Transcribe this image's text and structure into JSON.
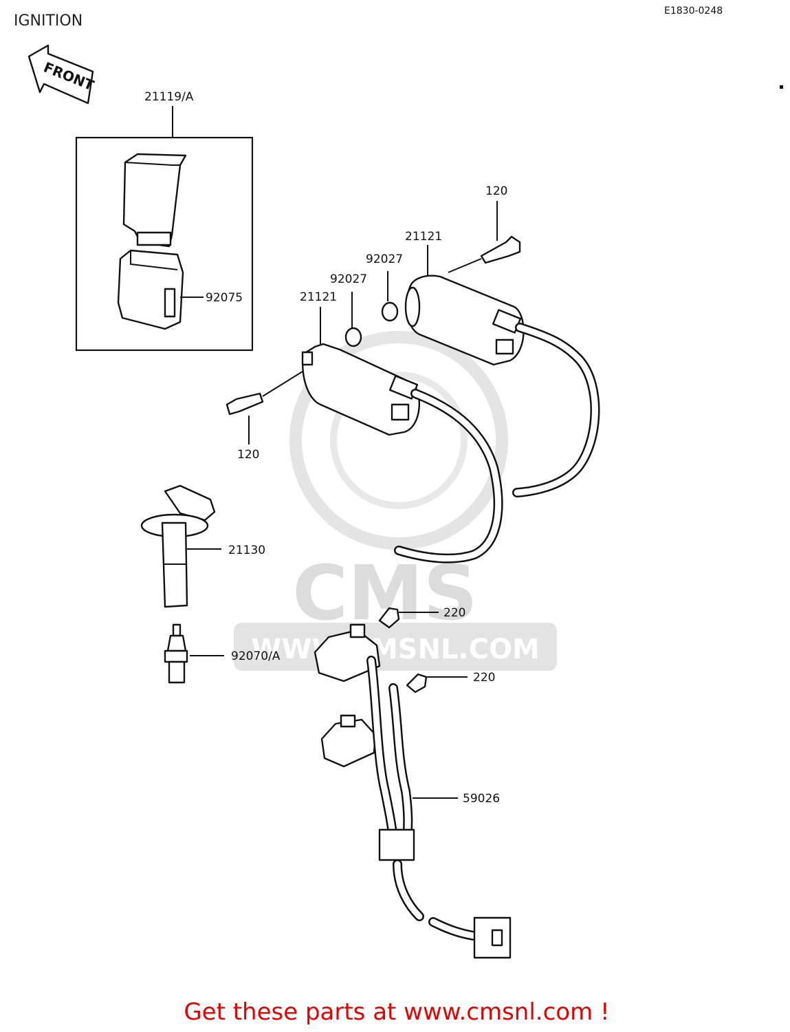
{
  "header": {
    "title": "IGNITION",
    "ref_code": "E1830-0248"
  },
  "direction": {
    "label": "FRONT"
  },
  "parts": [
    {
      "id": "p-21119",
      "number": "21119/A"
    },
    {
      "id": "p-92075",
      "number": "92075"
    },
    {
      "id": "p-120-top",
      "number": "120"
    },
    {
      "id": "p-21121-right",
      "number": "21121"
    },
    {
      "id": "p-92027-right",
      "number": "92027"
    },
    {
      "id": "p-92027-left",
      "number": "92027"
    },
    {
      "id": "p-21121-left",
      "number": "21121"
    },
    {
      "id": "p-120-bottom",
      "number": "120"
    },
    {
      "id": "p-21130",
      "number": "21130"
    },
    {
      "id": "p-220-top",
      "number": "220"
    },
    {
      "id": "p-92070",
      "number": "92070/A"
    },
    {
      "id": "p-220-bottom",
      "number": "220"
    },
    {
      "id": "p-59026",
      "number": "59026"
    }
  ],
  "watermark": {
    "brand": "CMS",
    "url": "WWW.CMSNL.COM"
  },
  "footer": {
    "promo": "Get these parts at www.cmsnl.com !",
    "color": "#e60000"
  }
}
